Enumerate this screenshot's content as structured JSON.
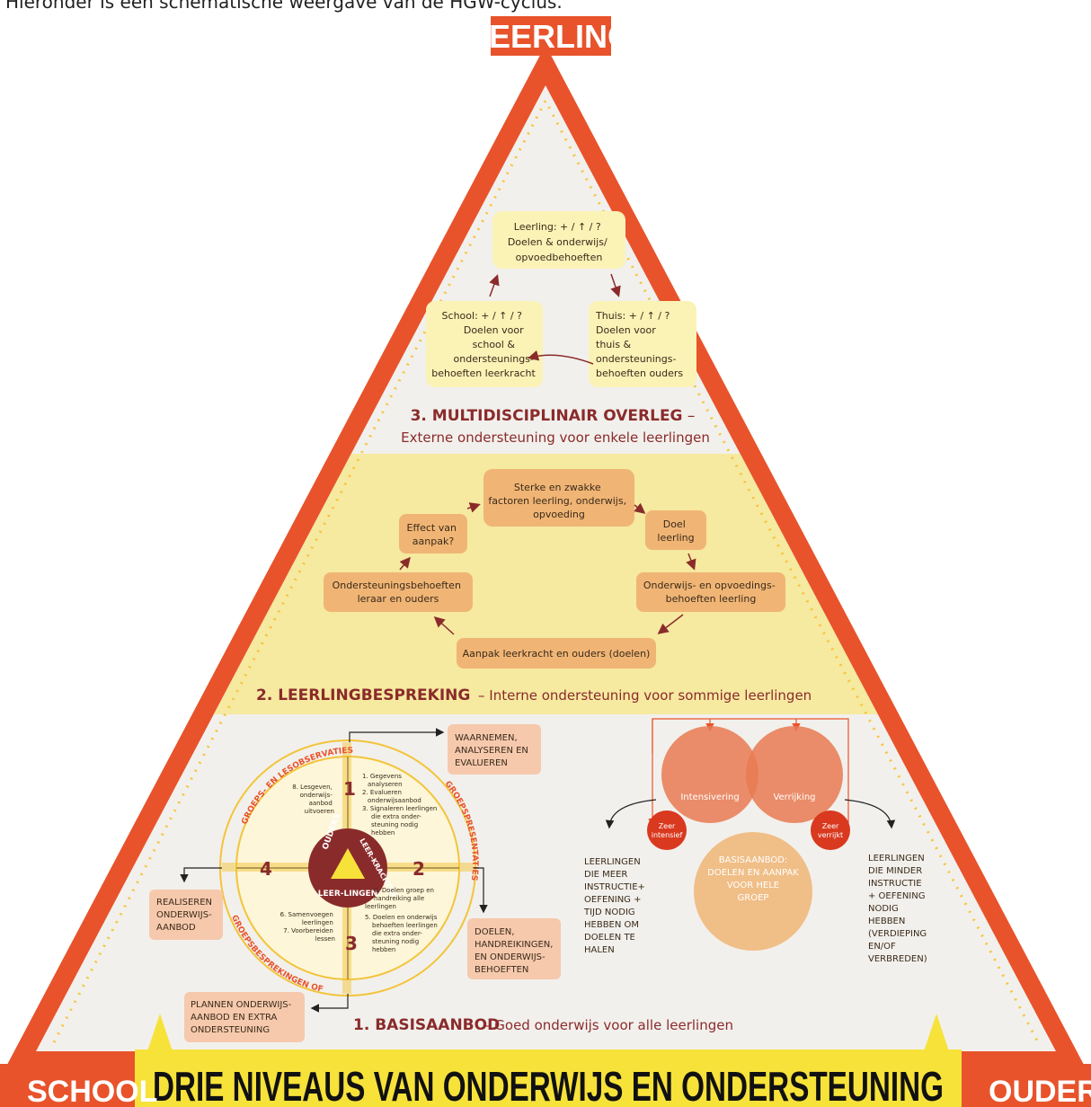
{
  "caption": "Hieronder is een schematische weergave van de HGW-cyclus.",
  "apex_label": "LEERLING",
  "left_label": "SCHOOL",
  "right_label": "OUDERS",
  "banner_title": "DRIE NIVEAUS VAN ONDERWIJS EN ONDERSTEUNING",
  "colors": {
    "red": "#e8532b",
    "yellow": "#f6e9a0",
    "banner": "#f7e23a",
    "box_yellow": "#fbf2b6",
    "box_orange": "#f0b575"
  },
  "level3": {
    "title": "3. MULTIDISCIPLINAIR OVERLEG",
    "subtitle": "Externe ondersteuning voor enkele leerlingen",
    "top_box": [
      "Leerling: + / ↑ / ?",
      "Doelen & onderwijs/",
      "opvoedbehoeften"
    ],
    "left_box": [
      "School: + / ↑ / ?",
      "Doelen voor",
      "school &",
      "ondersteunings-",
      "behoeften leerkracht"
    ],
    "right_box": [
      "Thuis: + / ↑ / ?",
      "Doelen voor",
      "thuis &",
      "ondersteunings-",
      "behoeften ouders"
    ]
  },
  "level2": {
    "title": "2. LEERLINGBESPREKING",
    "subtitle": "Interne ondersteuning voor sommige leerlingen",
    "box_strong": [
      "Sterke en zwakke",
      "factoren leerling, onderwijs,",
      "opvoeding"
    ],
    "box_goal": [
      "Doel",
      "leerling"
    ],
    "box_needs": [
      "Onderwijs- en opvoedings-",
      "behoeften leerling"
    ],
    "box_approach": "Aanpak leerkracht en ouders (doelen)",
    "box_support": [
      "Ondersteuningsbehoeften",
      "leraar en ouders"
    ],
    "box_effect": [
      "Effect van",
      "aanpak?"
    ]
  },
  "level1": {
    "title": "1. BASISAANBOD",
    "subtitle": "Goed onderwijs voor alle leerlingen",
    "wheel": {
      "arc_top": "GROEPS- EN LESOBSERVATIES",
      "arc_right": "GROEPSPRESENTATIES",
      "arc_bottom": "GROEPSBESPREKINGEN OF",
      "center_top_left": "OUDERS",
      "center_top_right": "LEER-KRACHTEN",
      "center_bottom": "LEER-LINGEN",
      "n1": "1",
      "n2": "2",
      "n3": "3",
      "n4": "4",
      "q1": [
        "1. Gegevens",
        "analyseren",
        "2. Evalueren",
        "onderwijsaanbod",
        "3. Signaleren leerlingen",
        "die extra onder-",
        "steuning nodig",
        "hebben"
      ],
      "q2": [
        "4. Doelen groep en",
        "handreiking alle",
        "leerlingen",
        "5. Doelen en onderwijs",
        "behoeften leerlingen",
        "die extra onder-",
        "steuning nodig",
        "hebben"
      ],
      "q3": [
        "6. Samenvoegen",
        "leerlingen",
        "7. Voorbereiden",
        "lessen"
      ],
      "q4": [
        "8. Lesgeven,",
        "onderwijs-",
        "aanbod",
        "uitvoeren"
      ]
    },
    "box_observe": [
      "WAARNEMEN,",
      "ANALYSEREN EN",
      "EVALUEREN"
    ],
    "box_goals": [
      "DOELEN,",
      "HANDREIKINGEN,",
      "EN ONDERWIJS-",
      "BEHOEFTEN"
    ],
    "box_plan": [
      "PLANNEN ONDERWIJS-",
      "AANBOD EN EXTRA",
      "ONDERSTEUNING"
    ],
    "box_realise": [
      "REALISEREN",
      "ONDERWIJS-",
      "AANBOD"
    ],
    "venn": {
      "intensify": "Intensivering",
      "enrich": "Verrijking",
      "very_intensive": [
        "Zeer",
        "intensief"
      ],
      "very_enriched": [
        "Zeer",
        "verrijkt"
      ],
      "base": [
        "BASISAANBOD:",
        "DOELEN EN AANPAK",
        "VOOR HELE",
        "GROEP"
      ],
      "left_text": [
        "LEERLINGEN",
        "DIE MEER",
        "INSTRUCTIE+",
        "OEFENING +",
        "TIJD NODIG",
        "HEBBEN OM",
        "DOELEN TE",
        "HALEN"
      ],
      "right_text": [
        "LEERLINGEN",
        "DIE MINDER",
        "INSTRUCTIE",
        "+ OEFENING",
        "NODIG",
        "HEBBEN",
        "(VERDIEPING",
        "EN/OF",
        "VERBREDEN)"
      ]
    }
  }
}
